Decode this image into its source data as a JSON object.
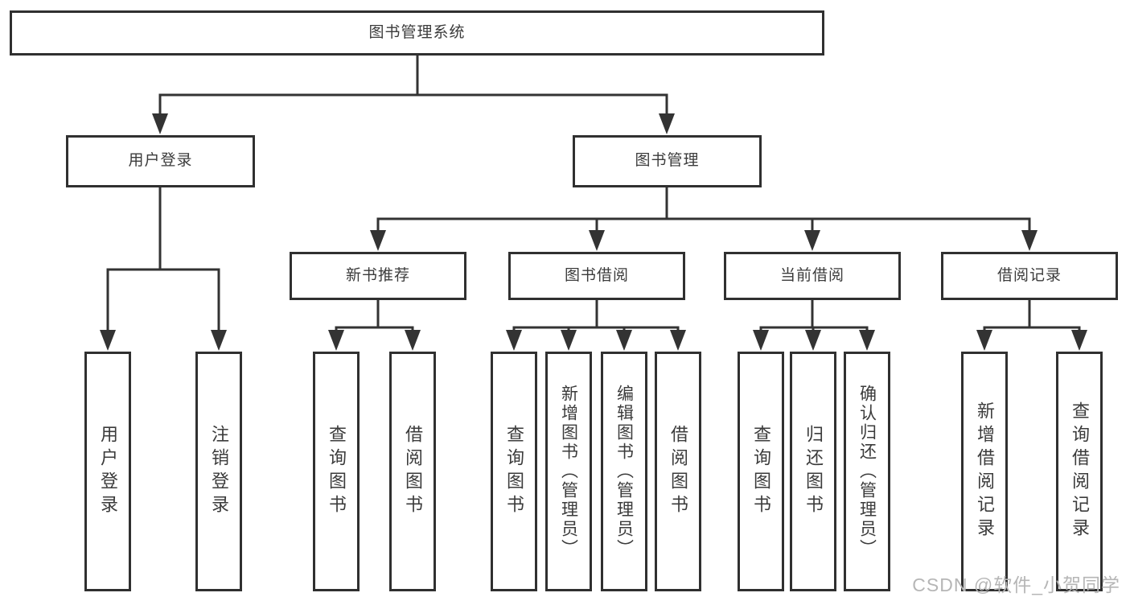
{
  "page": {
    "watermark": "CSDN @软件_小贺同学",
    "colors": {
      "background": "#ffffff",
      "line": "#333333",
      "box_border": "#303030",
      "text": "#3b3b3b",
      "watermark": "#b6b6b6"
    }
  },
  "tree": {
    "root": {
      "label": "图书管理系统"
    },
    "branches": [
      {
        "label": "用户登录",
        "children": [
          {
            "label": "用户登录"
          },
          {
            "label": "注销登录"
          }
        ]
      },
      {
        "label": "图书管理",
        "children": [
          {
            "label": "新书推荐",
            "children": [
              {
                "label": "查询图书"
              },
              {
                "label": "借阅图书"
              }
            ]
          },
          {
            "label": "图书借阅",
            "children": [
              {
                "label": "查询图书"
              },
              {
                "label": "新增图书（管理员）"
              },
              {
                "label": "编辑图书（管理员）"
              },
              {
                "label": "借阅图书"
              }
            ]
          },
          {
            "label": "当前借阅",
            "children": [
              {
                "label": "查询图书"
              },
              {
                "label": "归还图书"
              },
              {
                "label": "确认归还（管理员）"
              }
            ]
          },
          {
            "label": "借阅记录",
            "children": [
              {
                "label": "新增借阅记录"
              },
              {
                "label": "查询借阅记录"
              }
            ]
          }
        ]
      }
    ]
  }
}
